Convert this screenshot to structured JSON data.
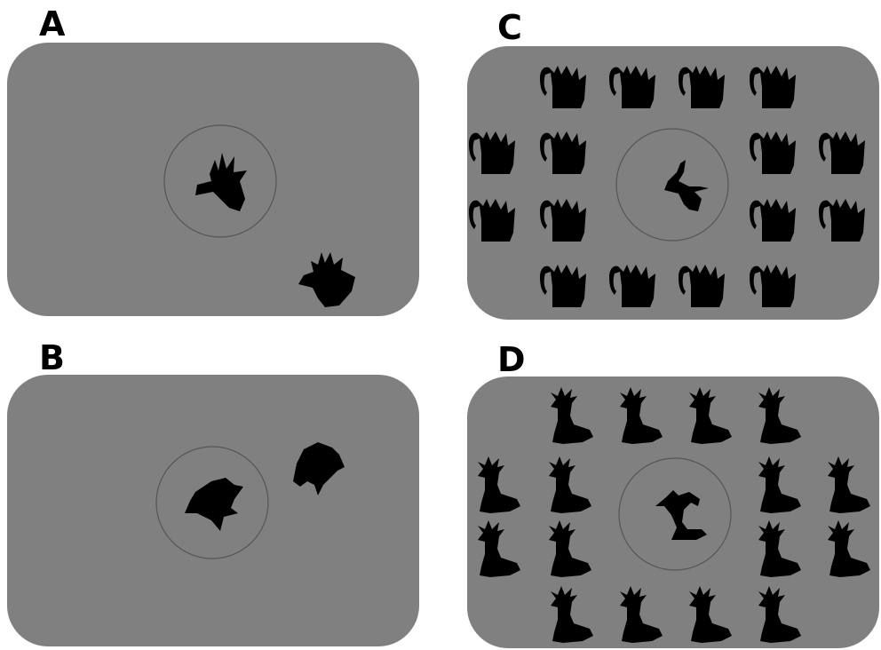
{
  "panels": [
    {
      "label": "A",
      "stimulus": "star-blob-shape"
    },
    {
      "label": "B",
      "stimulus": "irregular-polygon-shape"
    },
    {
      "label": "C",
      "stimulus": "crown-hook-shape"
    },
    {
      "label": "D",
      "stimulus": "boot-tentacle-shape"
    }
  ],
  "colors": {
    "background": "#808080",
    "shape": "#000000",
    "circle": "#555555"
  }
}
